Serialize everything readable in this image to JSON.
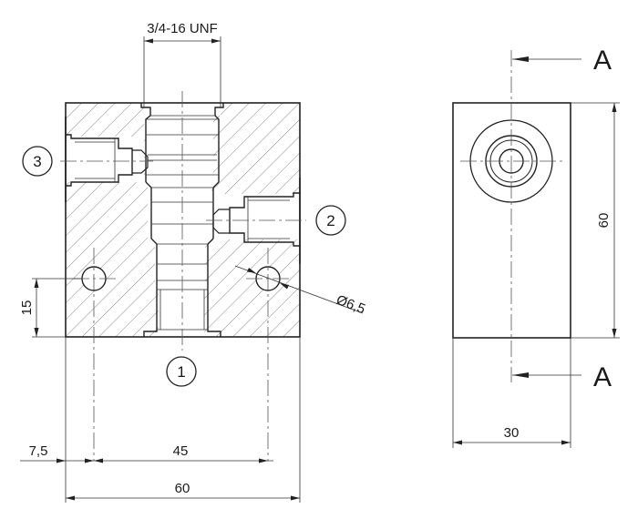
{
  "labels": {
    "thread": "3/4-16 UNF",
    "port1": "1",
    "port2": "2",
    "port3": "3",
    "hole_dia": "Ø6,5",
    "dim_15": "15",
    "dim_7_5": "7,5",
    "dim_45": "45",
    "dim_60_bottom": "60",
    "dim_60_side": "60",
    "dim_30": "30",
    "section_top": "A",
    "section_bottom": "A"
  }
}
